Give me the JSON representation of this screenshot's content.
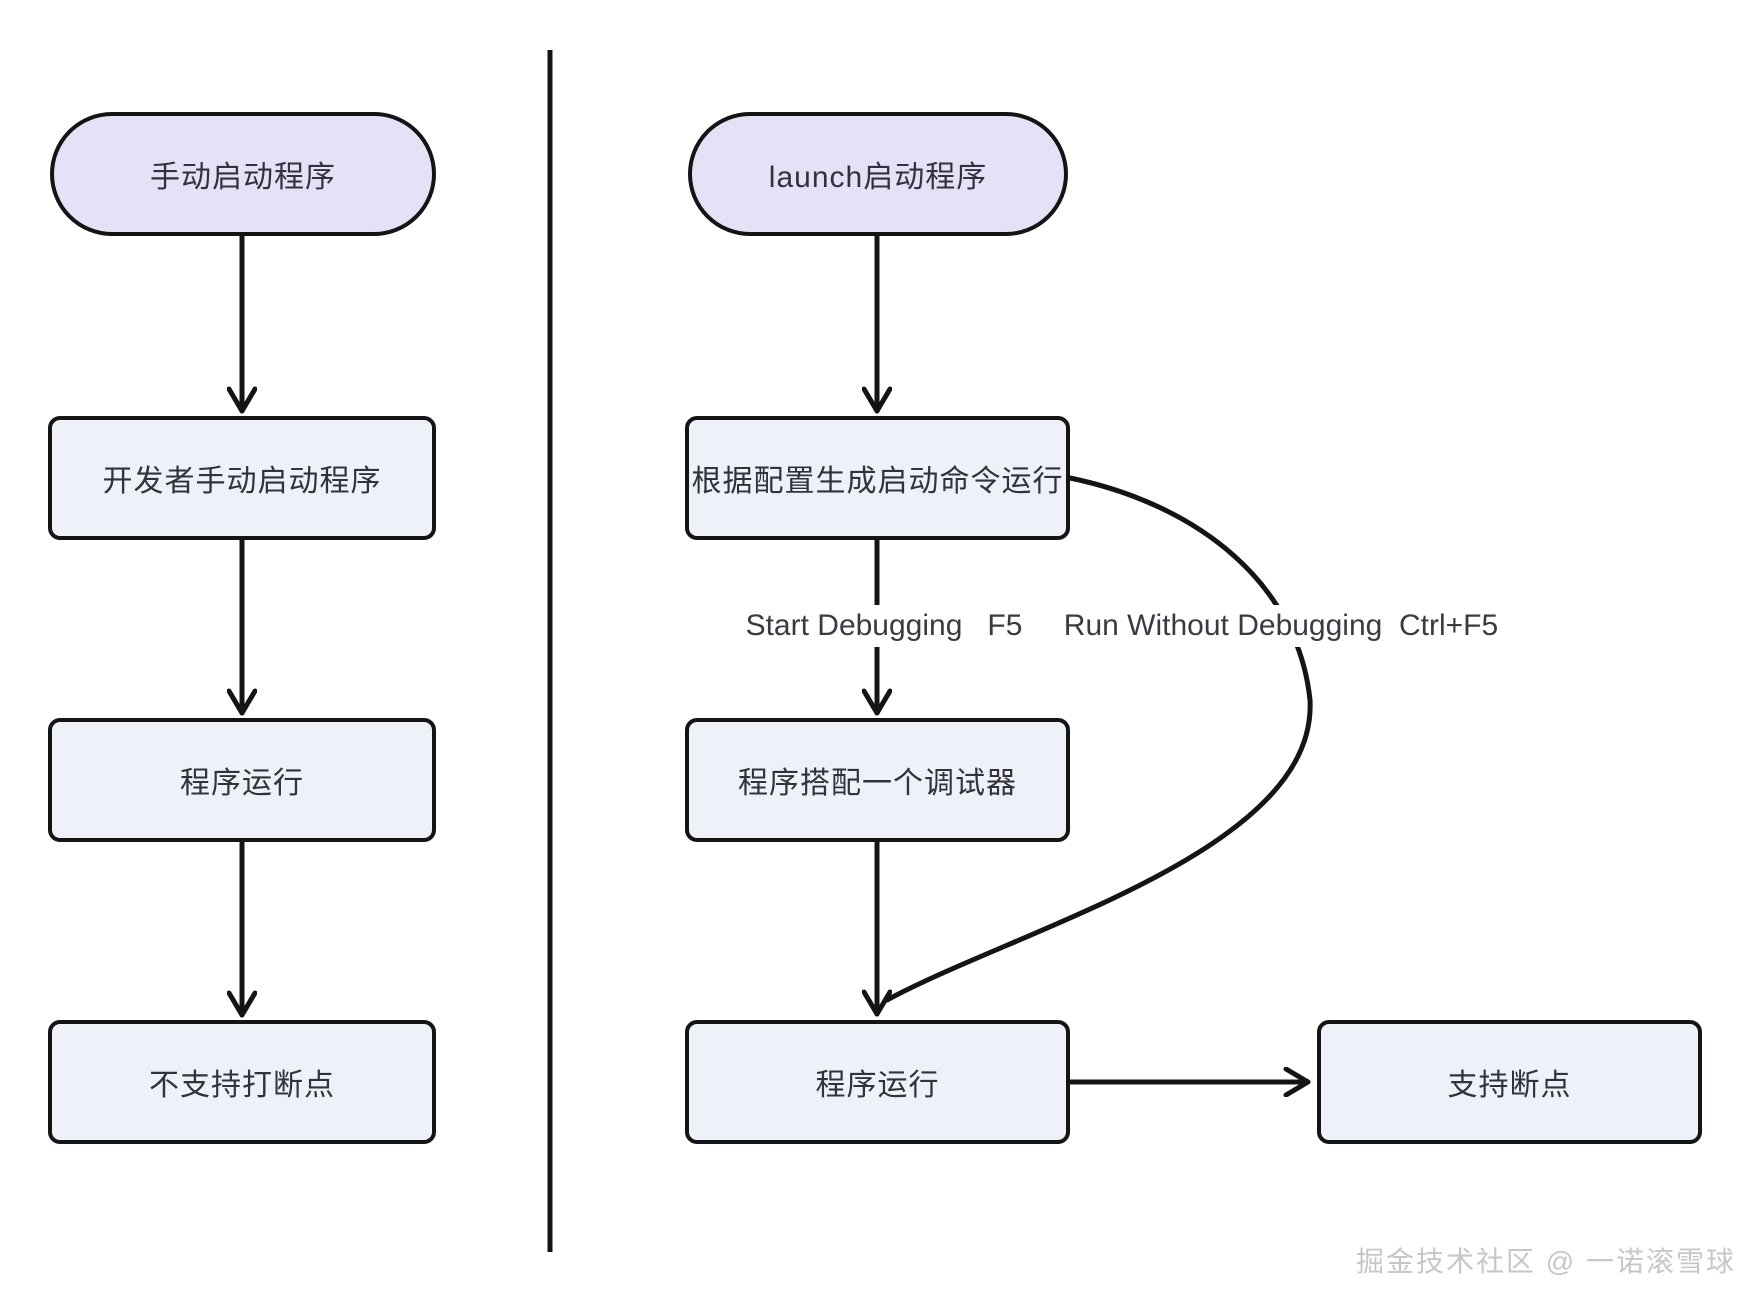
{
  "nodes": {
    "manual_start": "手动启动程序",
    "manual_dev": "开发者手动启动程序",
    "manual_run": "程序运行",
    "manual_no_breakpoint": "不支持打断点",
    "launch_start": "launch启动程序",
    "launch_command": "根据配置生成启动命令运行",
    "launch_debugger": "程序搭配一个调试器",
    "launch_run": "程序运行",
    "launch_breakpoint": "支持断点"
  },
  "edge_labels": {
    "start_debugging": "Start Debugging   F5",
    "run_without_debugging": "Run Without Debugging  Ctrl+F5"
  },
  "watermark": "掘金技术社区 @ 一诺滚雪球",
  "colors": {
    "terminal_fill": "#e6e1f6",
    "process_fill": "#eef1f8",
    "stroke": "#141414",
    "text": "#32323c",
    "label_text": "#3a3a42",
    "watermark": "#c7c7c7",
    "background": "#ffffff"
  }
}
